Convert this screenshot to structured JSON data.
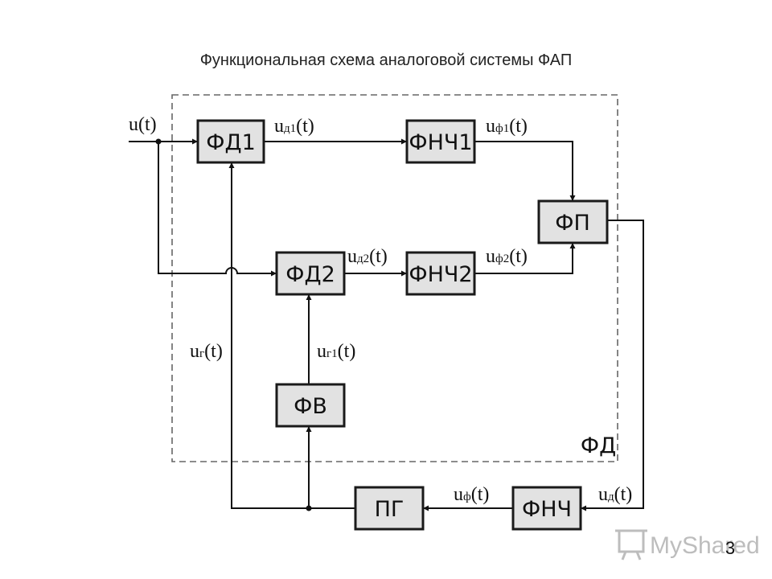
{
  "title": "Функциональная схема аналоговой системы ФАП",
  "frame_label": "ФД",
  "blocks": {
    "fd1": "ФД1",
    "fd2": "ФД2",
    "fnch1": "ФНЧ1",
    "fnch2": "ФНЧ2",
    "fp": "ФП",
    "fv": "ФВ",
    "pg": "ПГ",
    "fnch": "ФНЧ"
  },
  "signals": {
    "u": {
      "main": "u",
      "sub": "",
      "arg": "(t)"
    },
    "ud1": {
      "main": "u",
      "sub": "д1",
      "arg": "(t)"
    },
    "uf1": {
      "main": "u",
      "sub": "ф1",
      "arg": "(t)"
    },
    "ud2": {
      "main": "u",
      "sub": "д2",
      "arg": "(t)"
    },
    "uf2": {
      "main": "u",
      "sub": "ф2",
      "arg": "(t)"
    },
    "ug": {
      "main": "u",
      "sub": "г",
      "arg": "(t)"
    },
    "ug1": {
      "main": "u",
      "sub": "г1",
      "arg": "(t)"
    },
    "uf": {
      "main": "u",
      "sub": "ф",
      "arg": "(t)"
    },
    "ud": {
      "main": "u",
      "sub": "д",
      "arg": "(t)"
    }
  },
  "watermark": "MyShared",
  "page_number": "3",
  "colors": {
    "block_fill": "#e2e2e2",
    "line": "#111111",
    "frame": "#666666"
  }
}
